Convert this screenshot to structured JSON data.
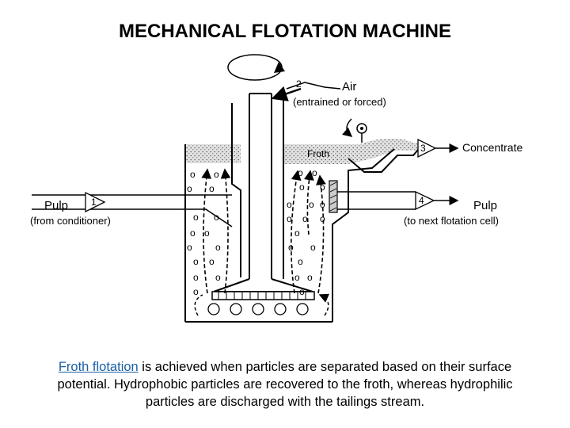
{
  "title": "MECHANICAL FLOTATION MACHINE",
  "labels": {
    "air_num": "2",
    "air": "Air",
    "air_sub": "(entrained or forced)",
    "froth": "Froth",
    "conc_num": "3",
    "concentrate": "Concentrate",
    "pulp_in_num": "1",
    "pulp_in": "Pulp",
    "pulp_in_sub": "(from conditioner)",
    "pulp_out_num": "4",
    "pulp_out": "Pulp",
    "pulp_out_sub": "(to next flotation cell)",
    "bubble": "o"
  },
  "caption": {
    "link": "Froth flotation",
    "rest": " is achieved when particles are separated based on their surface potential. Hydrophobic particles are recovered to the froth, whereas hydrophilic particles are discharged with the tailings stream."
  }
}
